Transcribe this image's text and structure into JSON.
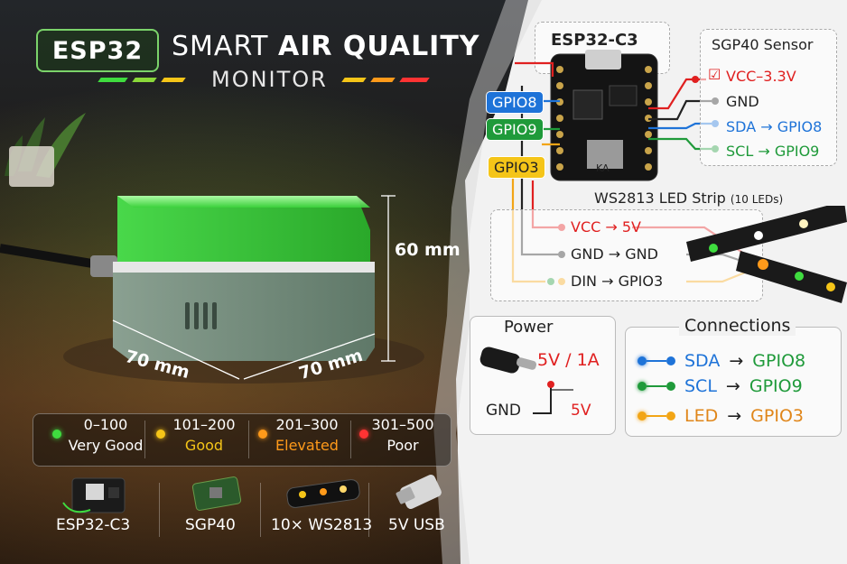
{
  "title": {
    "esp": "ESP32",
    "smart": "SMART",
    "air_quality": "AIR QUALITY",
    "monitor": "MONITOR"
  },
  "device": {
    "height": "60 mm",
    "width": "70 mm",
    "depth": "70 mm"
  },
  "aqi_levels": [
    {
      "range": "0–100",
      "label": "Very Good",
      "color": "#3fdc3f"
    },
    {
      "range": "101–200",
      "label": "Good",
      "color": "#f5c518"
    },
    {
      "range": "201–300",
      "label": "Elevated",
      "color": "#ff9a1a"
    },
    {
      "range": "301–500",
      "label": "Poor",
      "color": "#ff3333"
    }
  ],
  "components": [
    "ESP32-C3",
    "SGP40",
    "10× WS2813",
    "5V USB"
  ],
  "board": {
    "title": "ESP32-C3",
    "chip_marking": "KA"
  },
  "pins": {
    "gpio8": "GPIO8",
    "gpio9": "GPIO9",
    "gpio3": "GPIO3"
  },
  "sensor": {
    "title": "SGP40 Sensor",
    "vcc": "VCC–3.3V",
    "gnd": "GND",
    "sda": "SDA → GPIO8",
    "scl": "SCL → GPIO9"
  },
  "led_strip": {
    "title": "WS2813 LED Strip",
    "title_note": "(10 LEDs)",
    "vcc": "VCC → 5V",
    "gnd": "GND → GND",
    "din": "DIN → GPIO3"
  },
  "power": {
    "title": "Power",
    "spec": "5V / 1A",
    "gnd": "GND",
    "v5": "5V"
  },
  "connections": {
    "title": "Connections",
    "items": [
      {
        "label": "SDA",
        "target": "GPIO8",
        "color": "#1e73d8"
      },
      {
        "label": "SCL",
        "target": "GPIO9",
        "color": "#1f9a3a"
      },
      {
        "label": "LED",
        "target": "GPIO3",
        "color": "#f2a516"
      }
    ],
    "arrow": "→"
  },
  "colors": {
    "red": "#e02020",
    "black": "#222222",
    "blue": "#1e73d8",
    "green": "#1f9a3a",
    "yellow": "#f2a516"
  }
}
